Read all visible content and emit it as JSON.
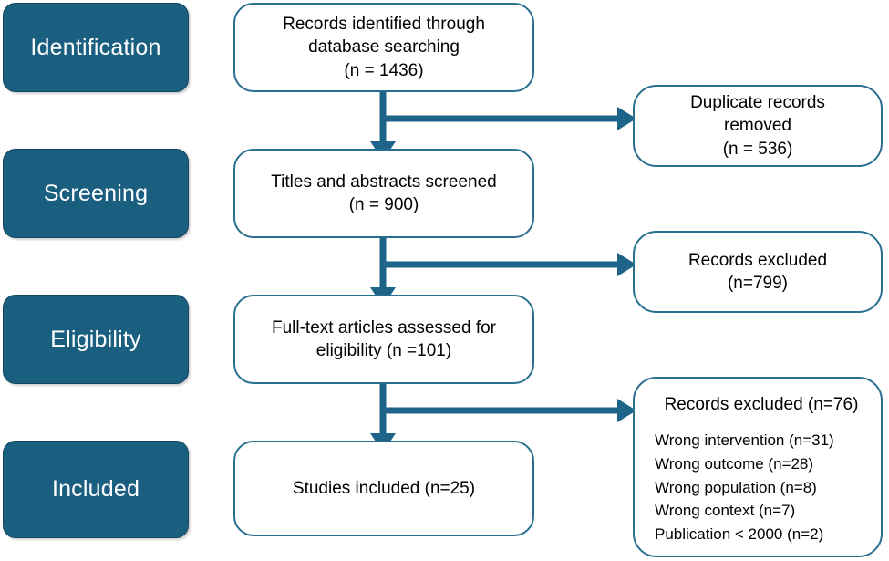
{
  "diagram": {
    "type": "prisma-flow-diagram",
    "accent_color": "#1b5f80",
    "line_color": "#1d6488",
    "box_border_color": "#2a6e90",
    "stage_text_color": "#ffffff"
  },
  "stages": [
    {
      "label": "Identification"
    },
    {
      "label": "Screening"
    },
    {
      "label": "Eligibility"
    },
    {
      "label": "Included"
    }
  ],
  "flow": [
    {
      "name": "records-identified",
      "lines": [
        "Records identified through",
        "database searching",
        "(n = 1436)"
      ],
      "text": "Records identified through database searching (n = 1436)",
      "count": 1436
    },
    {
      "name": "titles-abstracts-screened",
      "lines": [
        "Titles and abstracts screened",
        "(n = 900)"
      ],
      "text": "Titles and abstracts screened (n = 900)",
      "count": 900
    },
    {
      "name": "fulltext-assessed",
      "lines": [
        "Full-text articles assessed for",
        "eligibility (n =101)"
      ],
      "text": "Full-text articles assessed for eligibility (n =101)",
      "count": 101
    },
    {
      "name": "studies-included",
      "lines": [
        "Studies included (n=25)"
      ],
      "text": "Studies included (n=25)",
      "count": 25
    }
  ],
  "exclusions": [
    {
      "name": "duplicate-records-removed",
      "lines": [
        "Duplicate records",
        "removed",
        "(n = 536)"
      ],
      "text": "Duplicate records removed (n = 536)",
      "count": 536
    },
    {
      "name": "records-excluded-screening",
      "lines": [
        "Records excluded",
        "(n=799)"
      ],
      "text": "Records excluded (n=799)",
      "count": 799
    }
  ],
  "exclusion_detail": {
    "name": "records-excluded-eligibility",
    "title": "Records excluded (n=76)",
    "count": 76,
    "reasons": [
      {
        "label": "Wrong intervention (n=31)",
        "reason": "Wrong intervention",
        "count": 31
      },
      {
        "label": "Wrong outcome (n=28)",
        "reason": "Wrong outcome",
        "count": 28
      },
      {
        "label": "Wrong population (n=8)",
        "reason": "Wrong population",
        "count": 8
      },
      {
        "label": "Wrong context (n=7)",
        "reason": "Wrong context",
        "count": 7
      },
      {
        "label": "Publication < 2000 (n=2)",
        "reason": "Publication < 2000",
        "count": 2
      }
    ]
  }
}
